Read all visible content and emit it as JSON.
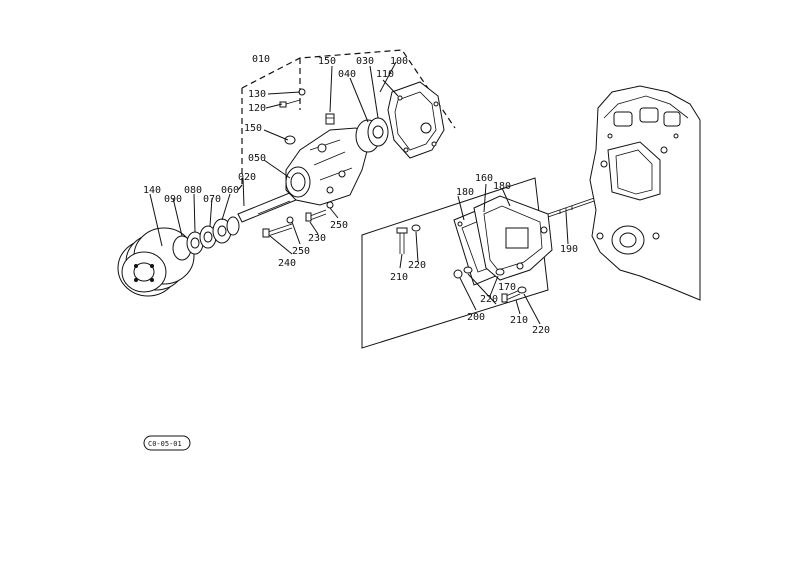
{
  "labels": {
    "p010": "010",
    "p150a": "150",
    "p040": "040",
    "p030": "030",
    "p100": "100",
    "p110": "110",
    "p130": "130",
    "p120": "120",
    "p150b": "150",
    "p050": "050",
    "p020": "020",
    "p140": "140",
    "p090": "090",
    "p080": "080",
    "p070": "070",
    "p060": "060",
    "p240": "240",
    "p250a": "250",
    "p230": "230",
    "p250b": "250",
    "p160": "160",
    "p180a": "180",
    "p180b": "180",
    "p190": "190",
    "p210a": "210",
    "p220a": "220",
    "p170": "170",
    "p220b": "220",
    "p200": "200",
    "p210b": "210",
    "p220c": "220"
  },
  "badge": {
    "code": "C0-05-01"
  }
}
